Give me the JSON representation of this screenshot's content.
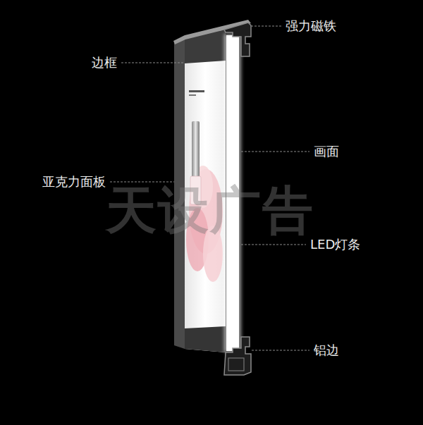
{
  "diagram": {
    "labels": [
      "强力磁铁",
      "边框",
      "画面",
      "亚克力面板",
      "天设广告",
      "LED灯条",
      "铝边"
    ]
  }
}
